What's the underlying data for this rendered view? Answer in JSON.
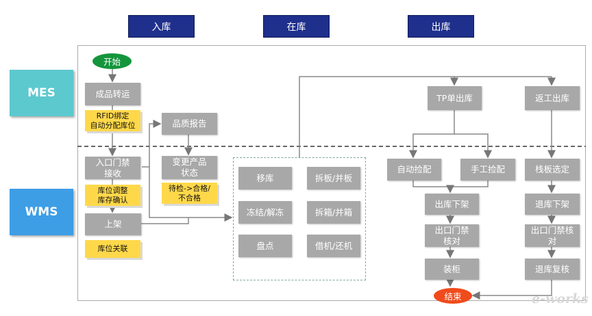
{
  "phases": {
    "inbound": "入库",
    "instock": "在库",
    "outbound": "出库"
  },
  "systems": {
    "mes": "MES",
    "wms": "WMS"
  },
  "nodes": {
    "start": "开始",
    "product_transfer": "成品转运",
    "quality_report": "品质报告",
    "entry_gate_1": "入口门禁",
    "entry_gate_2": "接收",
    "change_status_1": "变更产品",
    "change_status_2": "状态",
    "shelving": "上架",
    "move": "移库",
    "split_pallet": "拆板/并板",
    "freeze": "冻结/解冻",
    "split_box": "拆箱/并箱",
    "inventory": "盘点",
    "borrow": "借机/还机",
    "tp_outbound": "TP单出库",
    "return_outbound": "返工出库",
    "auto_pick": "自动捡配",
    "manual_pick": "手工捡配",
    "pallet_select": "栈板选定",
    "unshelve": "出库下架",
    "exit_gate_1": "出口门禁",
    "exit_gate_2": "核对",
    "return_unshelve": "退库下架",
    "exit_gate_b1": "出口门禁核",
    "exit_gate_b2": "对",
    "container_load": "装柜",
    "return_recheck": "退库复核",
    "end": "结束"
  },
  "notes": {
    "rfid_1": "RFID绑定",
    "rfid_2": "自动分配库位",
    "adjust_1": "库位调整",
    "adjust_2": "库存确认",
    "status_1": "待检->合格/",
    "status_2": "不合格",
    "location_link": "库位关联"
  },
  "watermark": "e-works",
  "colors": {
    "phase": "#1f2f8c",
    "mes": "#5cc9cf",
    "wms": "#3d9ee6",
    "box": "#a8a8a8",
    "note": "#ffd84a",
    "start": "#14953c",
    "end": "#f04b1c"
  }
}
